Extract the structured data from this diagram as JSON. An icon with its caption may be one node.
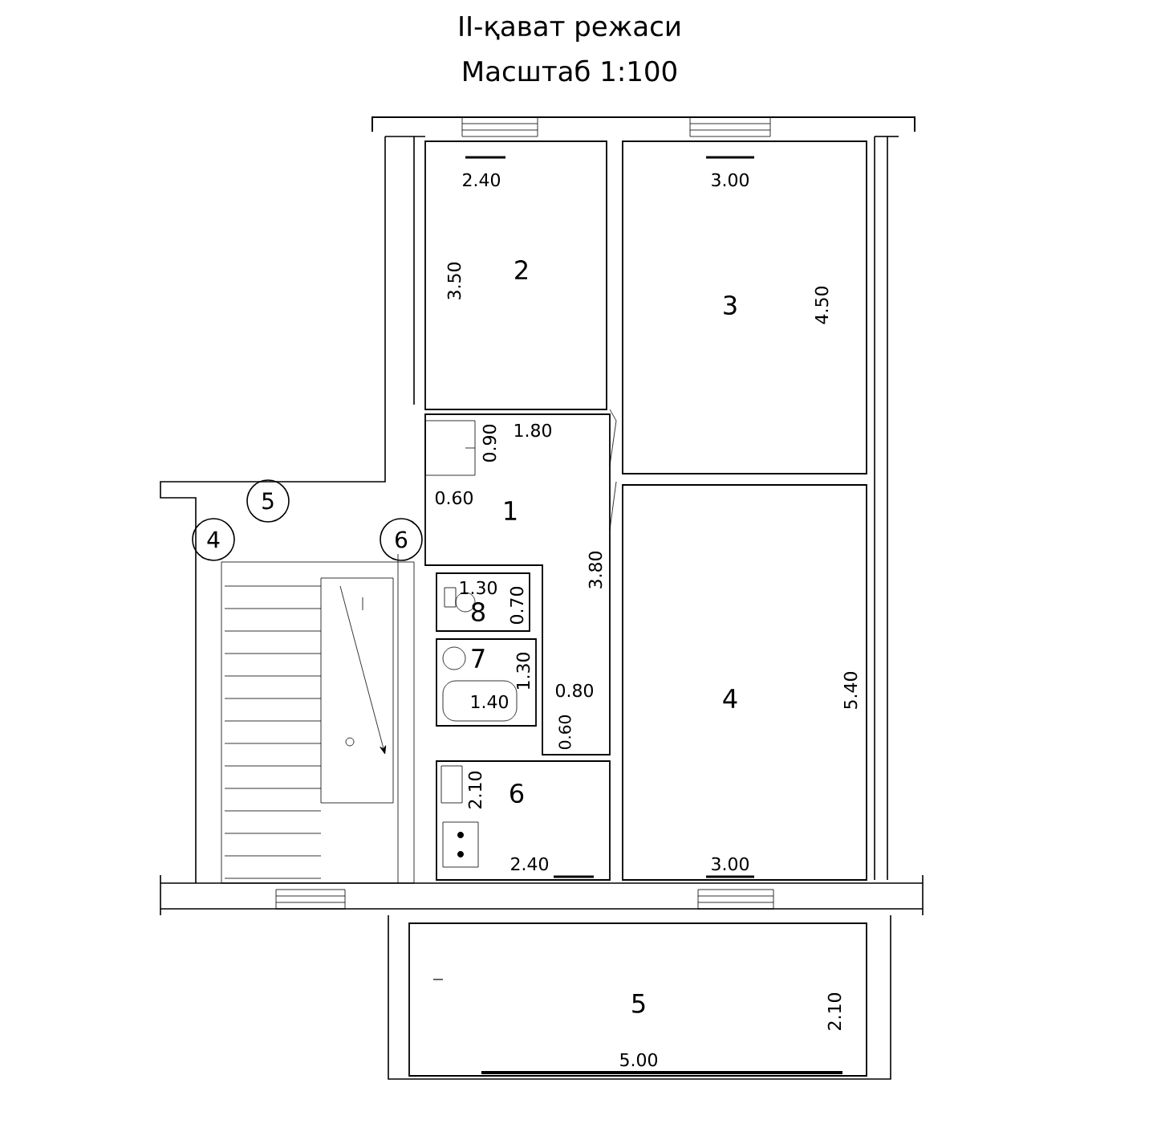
{
  "diagram": {
    "title": "II-қават режаси",
    "nodes": [
      {
        "text": [
          "2"
        ]
      },
      {
        "text": [
          "3"
        ]
      },
      {
        "text": [
          "5"
        ]
      },
      {
        "text": [
          "1"
        ]
      },
      {
        "text": [
          "4"
        ]
      },
      {
        "text": [
          "6"
        ]
      },
      {
        "text": [
          "8"
        ]
      },
      {
        "text": [
          "7"
        ]
      },
      {
        "text": [
          "4"
        ]
      },
      {
        "text": [
          "6"
        ]
      },
      {
        "text": [
          "5"
        ]
      }
    ],
    "labels": [
      "Масштаб 1:100",
      "2.40",
      "3.00",
      "3.50",
      "4.50",
      "1.80",
      "0.90",
      "0.60",
      "3.80",
      "1.30",
      "0.70",
      "1.30",
      "0.80",
      "1.40",
      "0.60",
      "2.10",
      "5.40",
      "2.40",
      "3.00",
      "2.10",
      "5.00"
    ]
  }
}
